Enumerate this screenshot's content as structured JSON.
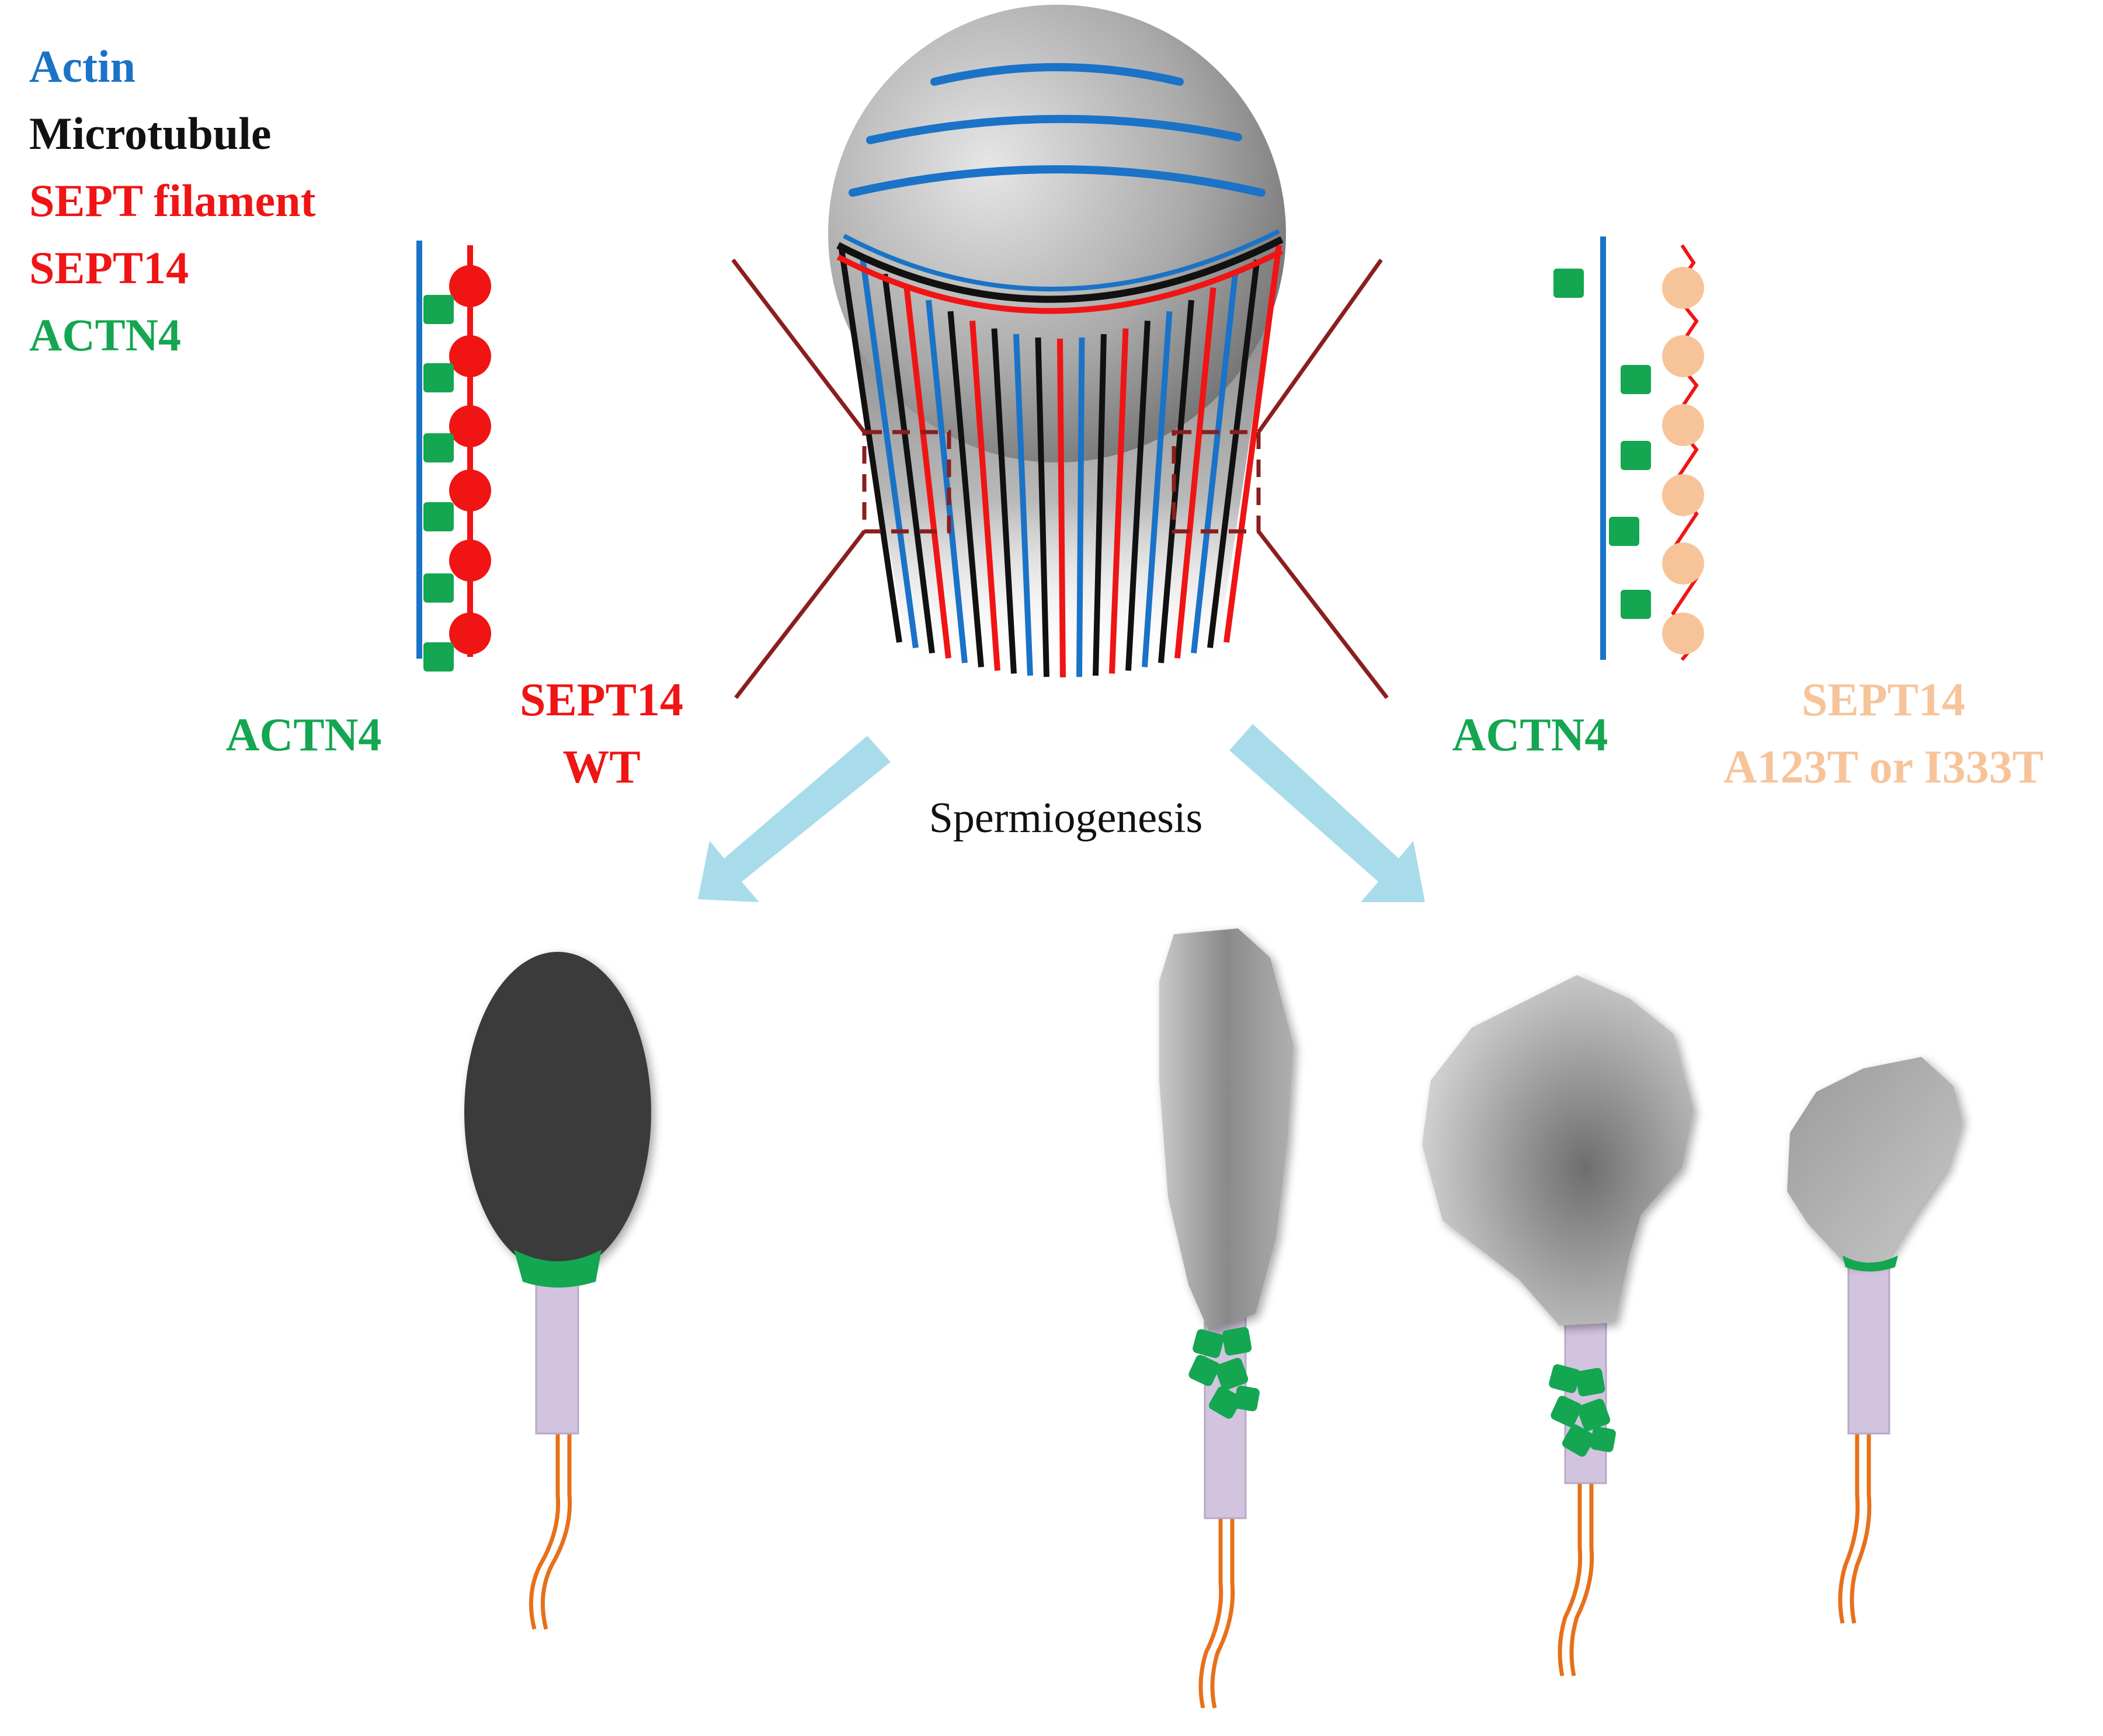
{
  "legend": [
    {
      "text": "Actin",
      "color": "#1a73c7"
    },
    {
      "text": "Microtubule",
      "color": "#111111"
    },
    {
      "text": "SEPT filament",
      "color": "#f01414"
    },
    {
      "text": "SEPT14",
      "color": "#f01414"
    },
    {
      "text": "ACTN4",
      "color": "#14a650"
    }
  ],
  "left_panel": {
    "actn4_label": "ACTN4",
    "sept14_label_line1": "SEPT14",
    "sept14_label_line2": "WT"
  },
  "right_panel": {
    "actn4_label": "ACTN4",
    "sept14_label_line1": "SEPT14",
    "sept14_label_line2": "A123T or I333T"
  },
  "process_label": "Spermiogenesis",
  "colors": {
    "actin": "#1a73c7",
    "microtubule": "#111111",
    "sept_wt": "#f01414",
    "sept_mutant": "#f7c49a",
    "actn4": "#14a650",
    "zoom_line": "#8b1e1e",
    "arrow": "#a8dcea",
    "midpiece": "#d2c4de",
    "tail": "#e8701a",
    "normal_head": "#3a3a3a"
  }
}
